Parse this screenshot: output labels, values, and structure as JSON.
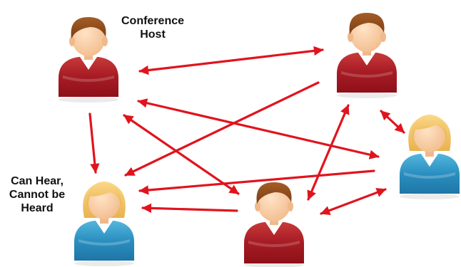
{
  "labels": {
    "host_line1": "Conference",
    "host_line2": "Host",
    "listen_line1": "Can Hear,",
    "listen_line2": "Cannot be",
    "listen_line3": "Heard"
  },
  "colors": {
    "arrow": "#e0141e",
    "skin": "#f7caa0",
    "hair_brown": "#8a4a1c",
    "hair_blonde": "#f0c060",
    "shirt_red": "#b3202a",
    "shirt_blue": "#2f92c0"
  },
  "people": [
    {
      "id": "conference-host",
      "hair": "brown",
      "shirt": "red"
    },
    {
      "id": "participant-top-right",
      "hair": "brown",
      "shirt": "red"
    },
    {
      "id": "listener-bottom-left",
      "hair": "blonde",
      "shirt": "blue"
    },
    {
      "id": "participant-bottom-center",
      "hair": "brown",
      "shirt": "red"
    },
    {
      "id": "participant-right",
      "hair": "blonde",
      "shirt": "blue"
    }
  ]
}
